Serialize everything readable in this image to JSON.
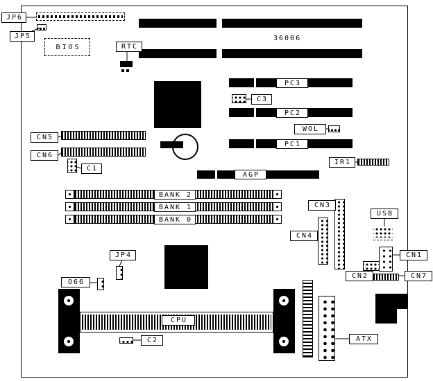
{
  "diagram_type": "motherboard-layout",
  "colors": {
    "ink": "#000000",
    "background": "#ffffff"
  },
  "board": {
    "number": "36006"
  },
  "labels": {
    "jp6": "JP6",
    "jp5": "JP5",
    "bios": "BIOS",
    "rtc": "RTC",
    "pc3": "PC3",
    "c3": "C3",
    "pc2": "PC2",
    "wol": "WOL",
    "cn5": "CN5",
    "cn6": "CN6",
    "pc1": "PC1",
    "ir1": "IR1",
    "c1": "C1",
    "agp": "AGP",
    "bank2": "BANK 2",
    "bank1": "BANK 1",
    "bank0": "BANK 0",
    "cn3": "CN3",
    "usb": "USB",
    "cn4": "CN4",
    "jp4": "JP4",
    "cn1": "CN1",
    "cn2": "CN2",
    "cn7": "CN7",
    "o66": "O66",
    "cpu": "CPU",
    "c2": "C2",
    "atx": "ATX"
  }
}
